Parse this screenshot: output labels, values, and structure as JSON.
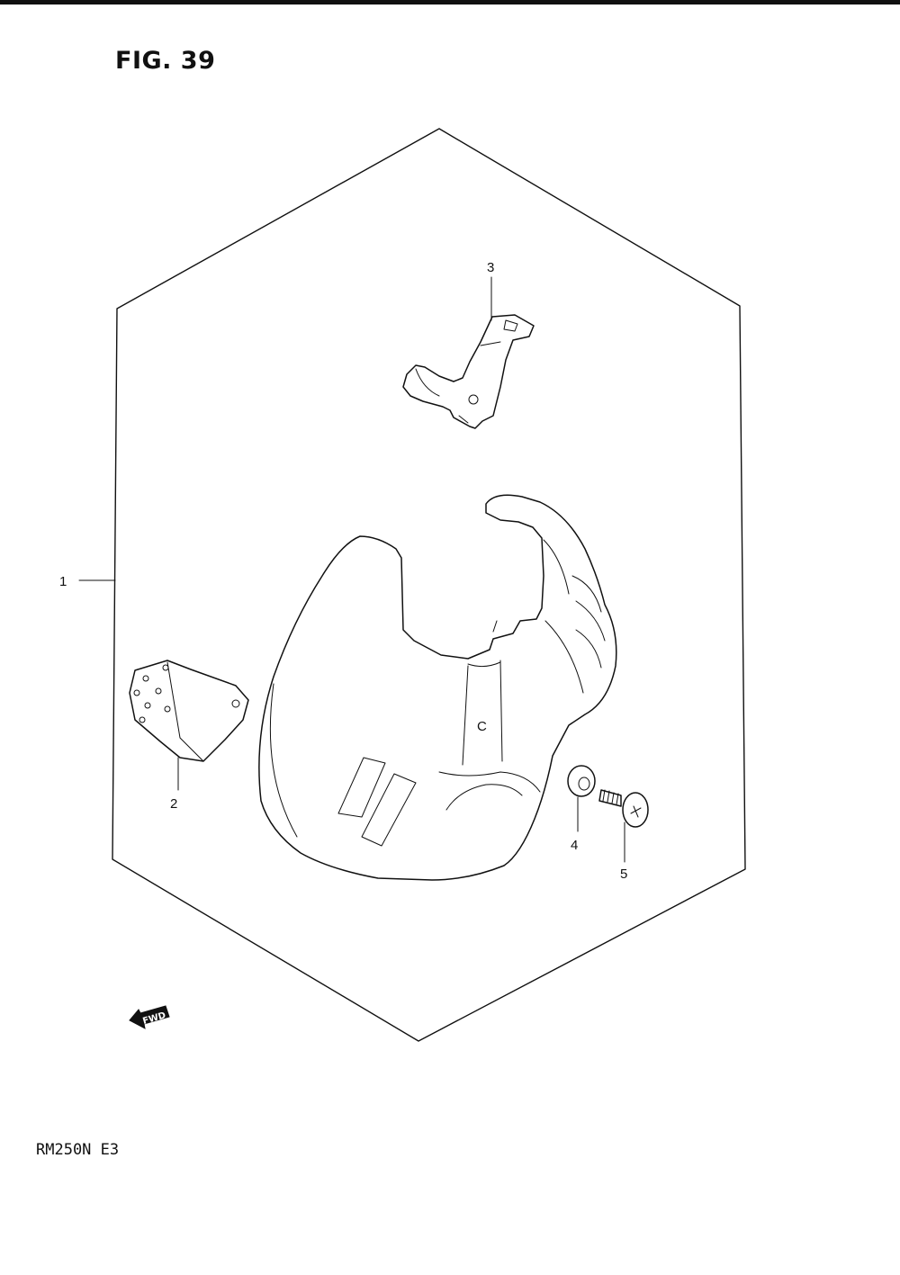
{
  "figure": {
    "title": "FIG. 39",
    "model_code": "RM250N E3",
    "fwd_label": "FWD"
  },
  "callouts": [
    {
      "ref": "1",
      "label": "1"
    },
    {
      "ref": "2",
      "label": "2"
    },
    {
      "ref": "3",
      "label": "3"
    },
    {
      "ref": "4",
      "label": "4"
    },
    {
      "ref": "5",
      "label": "5"
    }
  ],
  "icons": {
    "direction_arrow": "fwd-arrow-icon"
  },
  "colors": {
    "ink": "#111111",
    "paper": "#ffffff"
  }
}
